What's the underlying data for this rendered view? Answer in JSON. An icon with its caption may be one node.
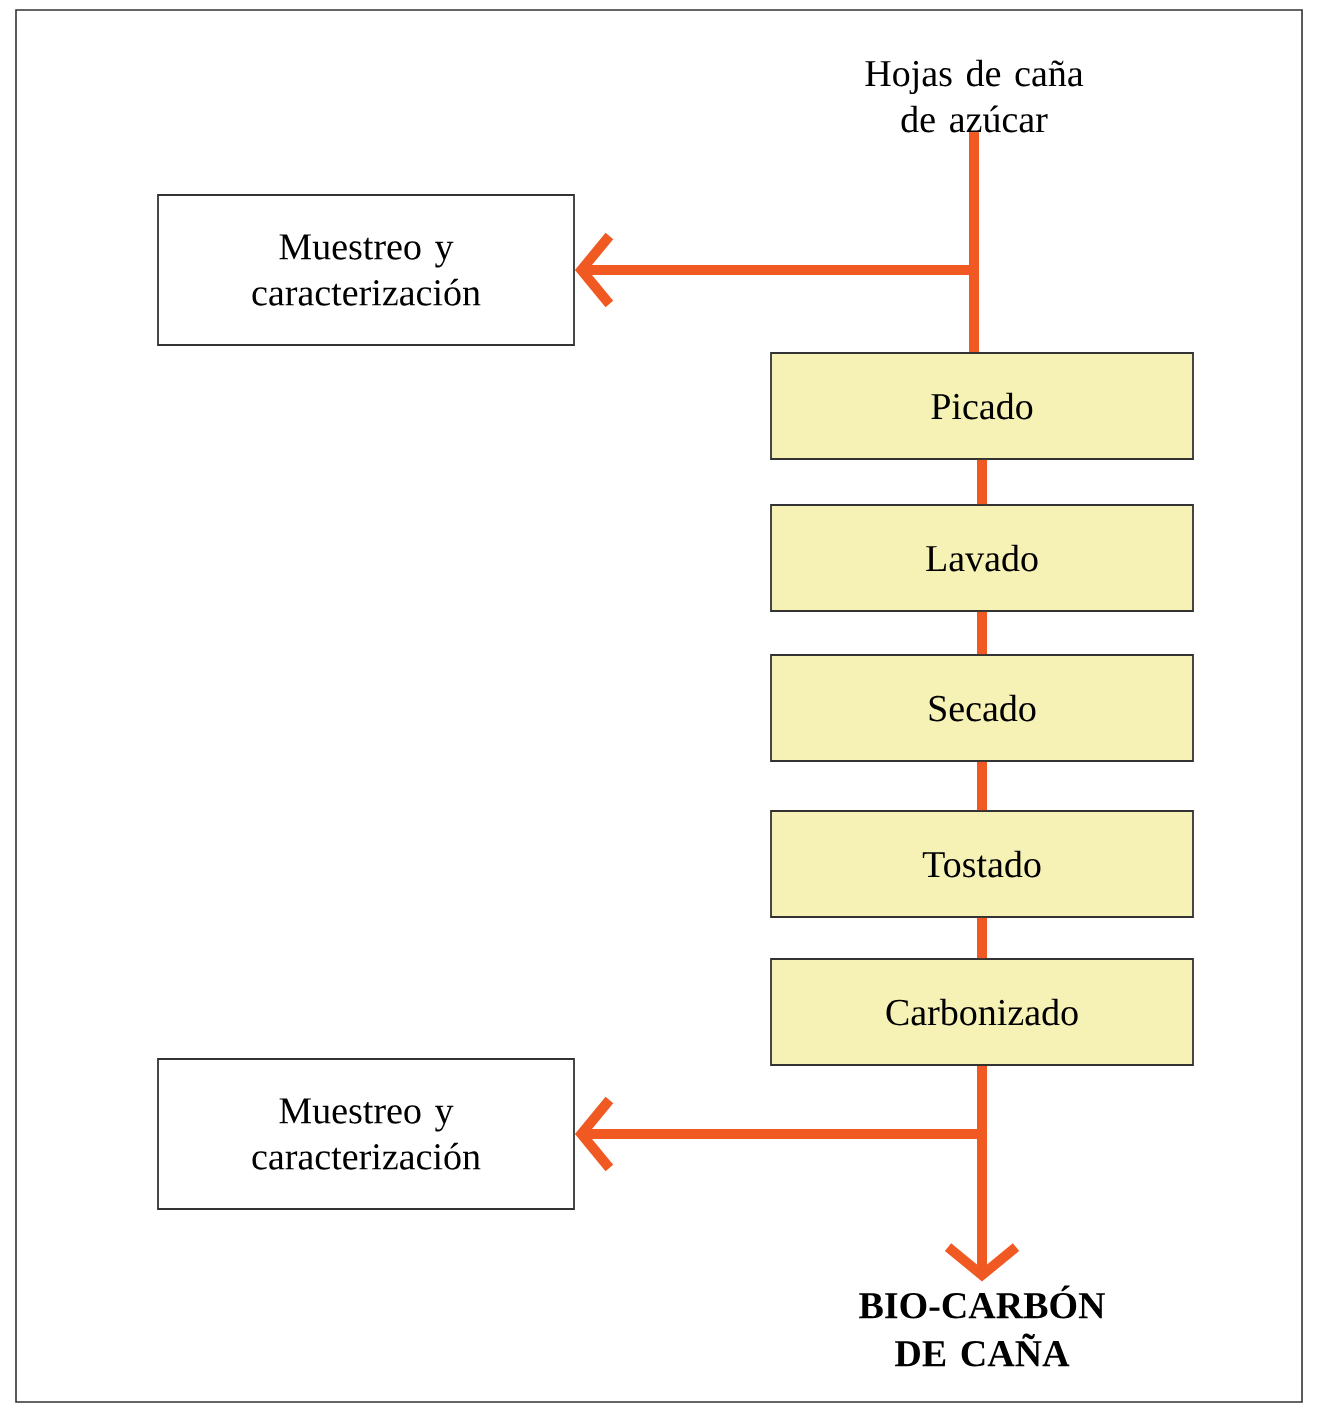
{
  "diagram": {
    "nodes": [
      {
        "text": [
          "Hojas de caña de azúcar"
        ]
      },
      {
        "text": [
          "Muestreo y caracterización"
        ]
      },
      {
        "text": [
          "Picado"
        ]
      },
      {
        "text": [
          "Lavado"
        ]
      },
      {
        "text": [
          "Secado"
        ]
      },
      {
        "text": [
          "Tostado"
        ]
      },
      {
        "text": [
          "Carbonizado"
        ]
      },
      {
        "text": [
          "Muestreo y caracterización"
        ]
      },
      {
        "text": [
          "BIO-CARBÓN DE CAÑA"
        ]
      }
    ],
    "edges": [
      {
        "from": 0,
        "to": 1,
        "arrow": "to"
      },
      {
        "from": 0,
        "to": 2,
        "arrow": "none"
      },
      {
        "from": 2,
        "to": 3,
        "arrow": "none"
      },
      {
        "from": 3,
        "to": 4,
        "arrow": "none"
      },
      {
        "from": 4,
        "to": 5,
        "arrow": "none"
      },
      {
        "from": 5,
        "to": 6,
        "arrow": "none"
      },
      {
        "from": 6,
        "to": 7,
        "arrow": "to"
      },
      {
        "from": 6,
        "to": 8,
        "arrow": "to"
      }
    ]
  }
}
